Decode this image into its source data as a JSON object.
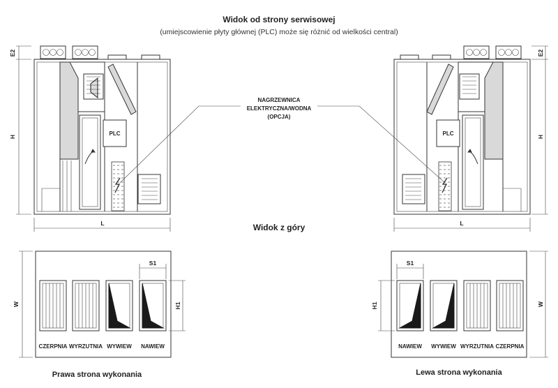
{
  "header": {
    "title": "Widok od strony serwisowej",
    "subtitle": "(umiejscowienie płyty głównej (PLC) może się różnić od wielkości central)"
  },
  "service_view": {
    "plc_label": "PLC",
    "heater_callout": [
      "NAGRZEWNICA",
      "ELEKTRYCZNA/WODNA",
      "(OPCJA)"
    ],
    "dims": {
      "height": "H",
      "length": "L",
      "e2": "E2"
    }
  },
  "top_view": {
    "title": "Widok z góry",
    "dims": {
      "width": "W",
      "h1": "H1",
      "s1": "S1"
    },
    "right_unit": {
      "caption": "Prawa strona wykonania",
      "ports": [
        "CZERPNIA",
        "WYRZUTNIA",
        "WYWIEW",
        "NAWIEW"
      ]
    },
    "left_unit": {
      "caption": "Lewa strona wykonania",
      "ports": [
        "NAWIEW",
        "WYWIEW",
        "WYRZUTNIA",
        "CZERPNIA"
      ]
    }
  }
}
